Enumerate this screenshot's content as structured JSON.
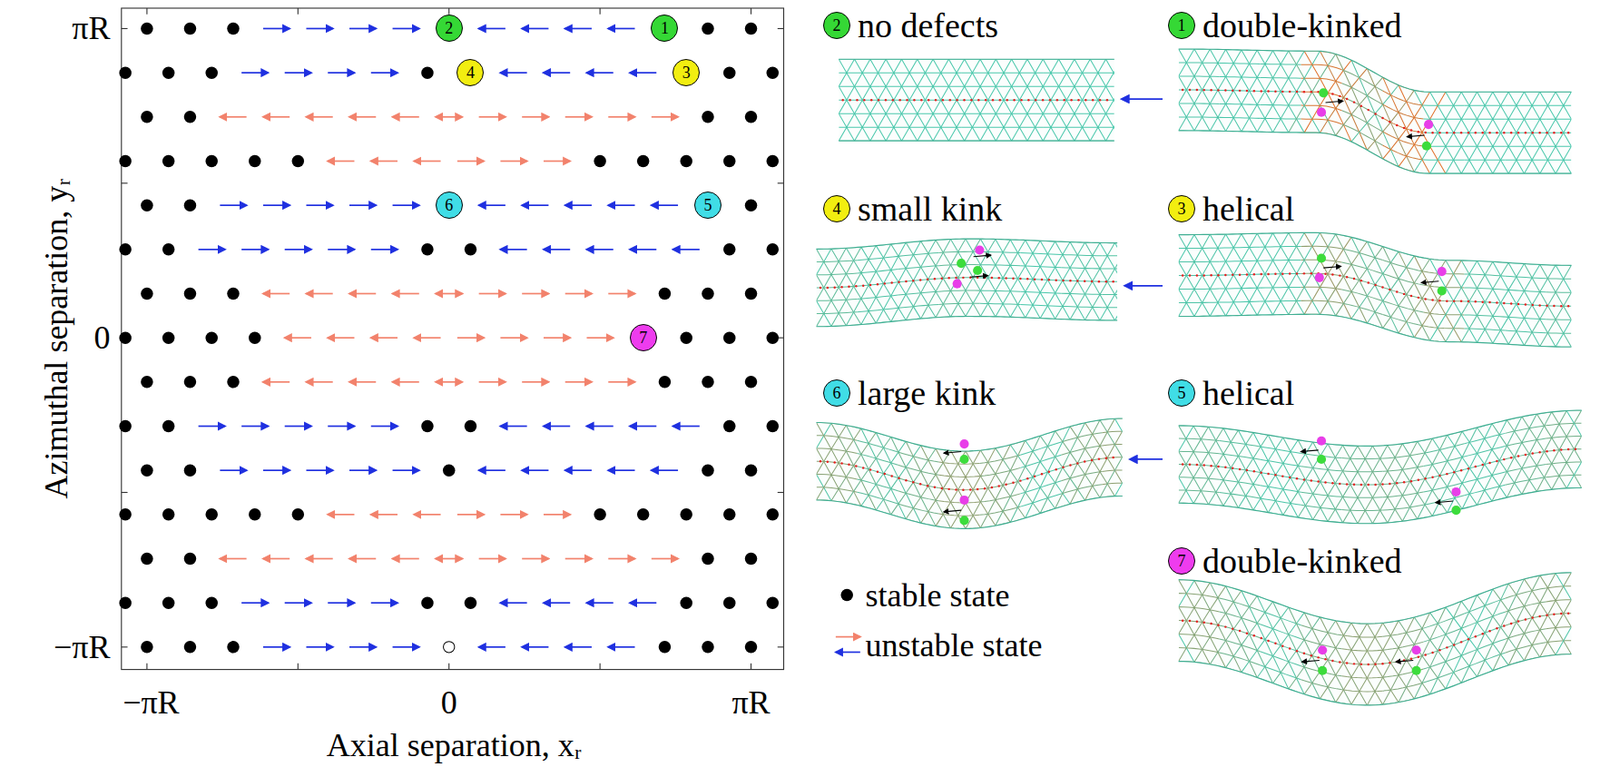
{
  "diagram": {
    "nodes": [
      {
        "text": [
          "2"
        ]
      },
      {
        "text": [
          "1"
        ]
      },
      {
        "text": [
          "4"
        ]
      },
      {
        "text": [
          "3"
        ]
      },
      {
        "text": [
          "6"
        ]
      },
      {
        "text": [
          "5"
        ]
      },
      {
        "text": [
          "7"
        ]
      },
      {
        "text": [
          "no defects"
        ]
      },
      {
        "text": [
          "2"
        ],
        "in": 7
      },
      {
        "text": [
          "double-kinked"
        ]
      },
      {
        "text": [
          "1"
        ],
        "in": 9
      },
      {
        "text": [
          "small kink"
        ]
      },
      {
        "text": [
          "4"
        ],
        "in": 11
      },
      {
        "text": [
          "helical"
        ]
      },
      {
        "text": [
          "3"
        ],
        "in": 13
      },
      {
        "text": [
          "large kink"
        ]
      },
      {
        "text": [
          "6"
        ],
        "in": 15
      },
      {
        "text": [
          "helical"
        ]
      },
      {
        "text": [
          "5"
        ],
        "in": 17
      },
      {
        "text": [
          "double-kinked"
        ]
      },
      {
        "text": [
          "7"
        ],
        "in": 19
      }
    ],
    "edges": [
      {
        "from": 9,
        "to": 7,
        "arrow": "to"
      },
      {
        "from": 13,
        "to": 11,
        "arrow": "to"
      },
      {
        "from": 17,
        "to": 15,
        "arrow": "to"
      }
    ],
    "labels": [
      "πR",
      "0",
      "−πR",
      "−πR",
      "0",
      "πR",
      "Azimuthal separation, yᵣ",
      "Axial separation, xᵣ"
    ],
    "legend": [
      {
        "text": "stable state"
      },
      {
        "text": "unstable state"
      }
    ]
  }
}
